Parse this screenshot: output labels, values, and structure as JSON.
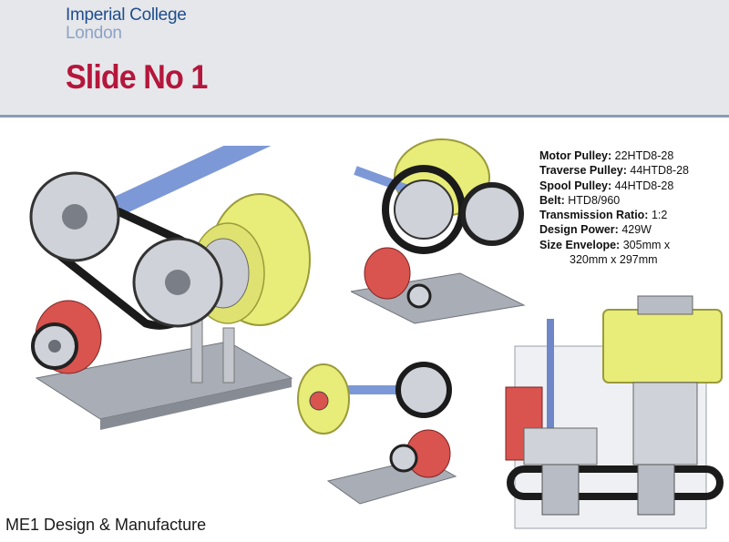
{
  "header": {
    "logo_line1": "Imperial College",
    "logo_line2": "London",
    "slide_title": "Slide No 1"
  },
  "specs": [
    {
      "label": "Motor Pulley:",
      "value": "22HTD8-28"
    },
    {
      "label": "Traverse Pulley:",
      "value": "44HTD8-28"
    },
    {
      "label": "Spool Pulley:",
      "value": "44HTD8-28"
    },
    {
      "label": "Belt:",
      "value": "HTD8/960"
    },
    {
      "label": "Transmission Ratio:",
      "value": "1:2"
    },
    {
      "label": "Design Power:",
      "value": "429W"
    },
    {
      "label": "Size Envelope:",
      "value": "305mm x"
    }
  ],
  "specs_continuation": "320mm x 297mm",
  "footer": {
    "course": "ME1 Design & Manufacture"
  },
  "colors": {
    "brand_blue": "#1f4e8c",
    "title_red": "#b5163b",
    "spool_yellow": "#e8ec78",
    "motor_red": "#d9534f",
    "frame_gray": "#a9adb6"
  }
}
